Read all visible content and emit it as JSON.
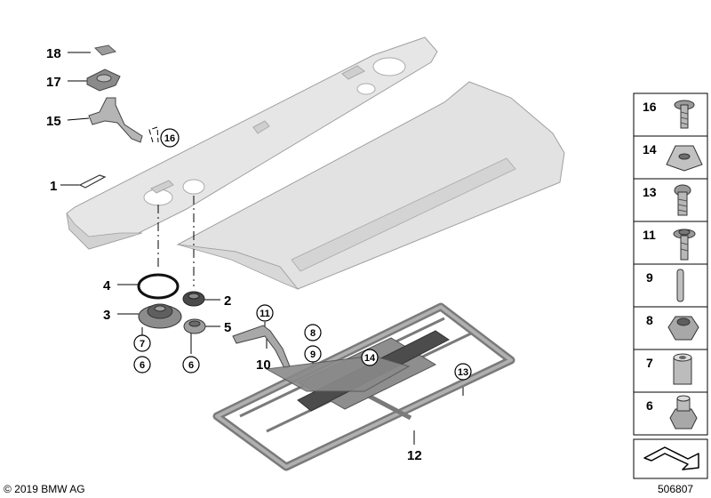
{
  "labels": {
    "l18": "18",
    "l17": "17",
    "l15": "15",
    "l16": "16",
    "l1": "1",
    "l4": "4",
    "l3": "3",
    "l2": "2",
    "l5": "5",
    "l7": "7",
    "l6a": "6",
    "l6b": "6",
    "l11": "11",
    "l10": "10",
    "l8": "8",
    "l9": "9",
    "l14": "14",
    "l13": "13",
    "l12": "12"
  },
  "sidebar": {
    "items": [
      {
        "num": "16",
        "icon": "screw-icon"
      },
      {
        "num": "14",
        "icon": "clip-nut-icon"
      },
      {
        "num": "13",
        "icon": "screw-icon"
      },
      {
        "num": "11",
        "icon": "screw-icon"
      },
      {
        "num": "9",
        "icon": "rivet-icon"
      },
      {
        "num": "8",
        "icon": "hex-nut-icon"
      },
      {
        "num": "7",
        "icon": "spacer-sleeve-icon"
      },
      {
        "num": "6",
        "icon": "hex-nut-icon"
      }
    ]
  },
  "footer": {
    "copyright": "© 2019 BMW AG",
    "diagram_id": "506807"
  },
  "colors": {
    "panel_fill": "#e4e4e4",
    "panel_stroke": "#9a9a9a",
    "frame_fill": "#8c8c8c",
    "dark_part": "#555555"
  }
}
